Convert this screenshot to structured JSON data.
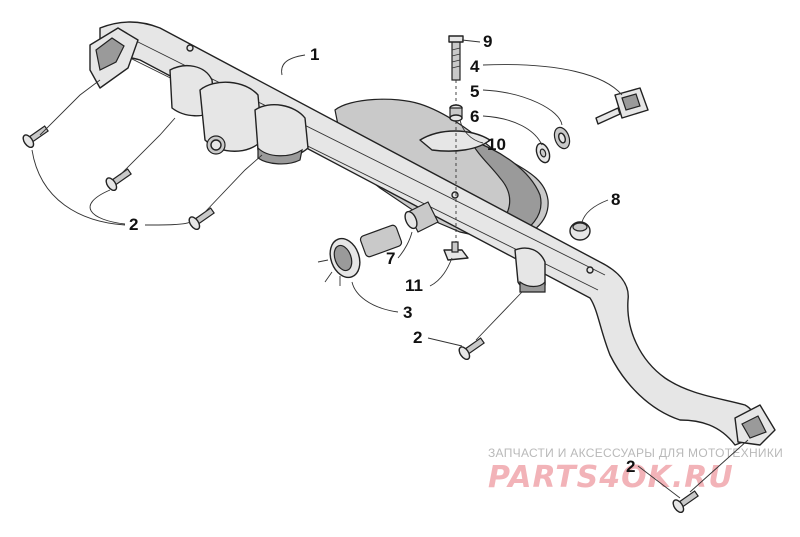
{
  "callouts": [
    {
      "id": "c1",
      "label": "1"
    },
    {
      "id": "c9",
      "label": "9"
    },
    {
      "id": "c4",
      "label": "4"
    },
    {
      "id": "c5",
      "label": "5"
    },
    {
      "id": "c6",
      "label": "6"
    },
    {
      "id": "c10",
      "label": "10"
    },
    {
      "id": "c8",
      "label": "8"
    },
    {
      "id": "c2a",
      "label": "2"
    },
    {
      "id": "c7",
      "label": "7"
    },
    {
      "id": "c11",
      "label": "11"
    },
    {
      "id": "c3",
      "label": "3"
    },
    {
      "id": "c2b",
      "label": "2"
    },
    {
      "id": "c2c",
      "label": "2"
    }
  ],
  "watermark": {
    "tagline": "ЗАПЧАСТИ И АКСЕССУАРЫ ДЛЯ МОТОТЕХНИКИ",
    "brand": "PARTS4OK.RU"
  }
}
